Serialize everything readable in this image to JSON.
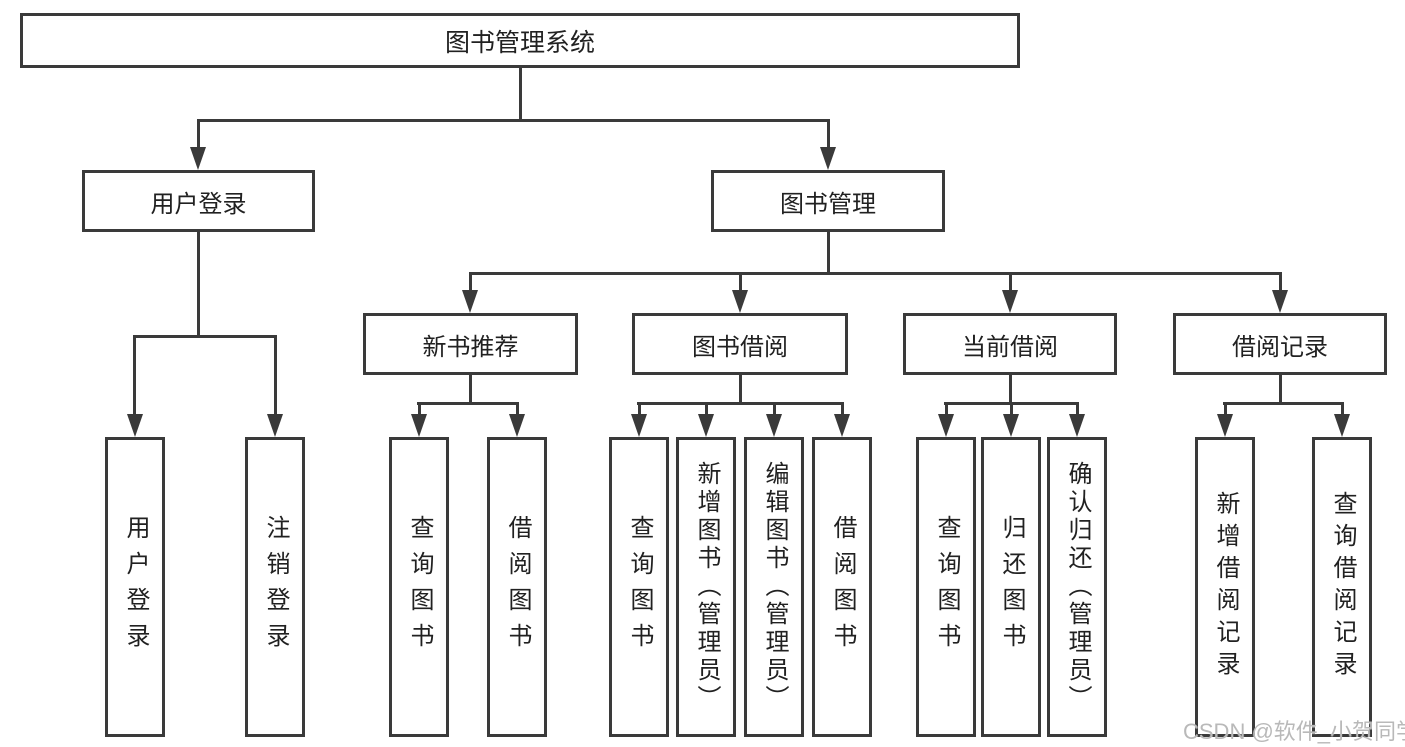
{
  "diagram": {
    "nodes": {
      "root": {
        "label": "图书管理系统"
      },
      "user_login": {
        "label": "用户登录"
      },
      "book_mgmt": {
        "label": "图书管理"
      },
      "new_book_rec": {
        "label": "新书推荐"
      },
      "book_borrow": {
        "label": "图书借阅"
      },
      "current_borrow": {
        "label": "当前借阅"
      },
      "borrow_record": {
        "label": "借阅记录"
      },
      "leaves": {
        "user_login": {
          "label": "用户登录"
        },
        "logout": {
          "label": "注销登录"
        },
        "rec_query_book": {
          "label": "查询图书"
        },
        "rec_borrow_book": {
          "label": "借阅图书"
        },
        "bb_query_book": {
          "label": "查询图书"
        },
        "bb_add_book_admin": {
          "label": "新增图书（管理员）"
        },
        "bb_edit_book_admin": {
          "label": "编辑图书（管理员）"
        },
        "bb_borrow_book": {
          "label": "借阅图书"
        },
        "cb_query_book": {
          "label": "查询图书"
        },
        "cb_return_book": {
          "label": "归还图书"
        },
        "cb_confirm_return_admin": {
          "label": "确认归还（管理员）"
        },
        "br_add_record": {
          "label": "新增借阅记录"
        },
        "br_query_record": {
          "label": "查询借阅记录"
        }
      }
    },
    "colors": {
      "line": "#3a3a3a",
      "text": "#212121",
      "box_background": "#ffffff",
      "watermark": "#b9b9b9"
    }
  },
  "watermark": {
    "text": "CSDN @软件_小贺同学"
  }
}
